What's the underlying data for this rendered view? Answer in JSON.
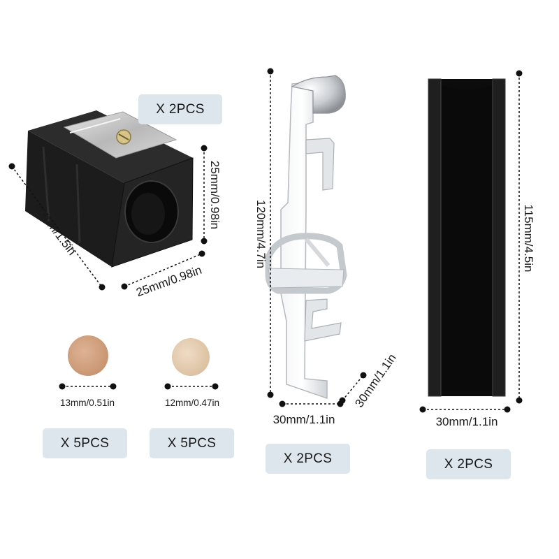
{
  "products": {
    "sharpener": {
      "quantity": "X 2PCS",
      "length": "40mm/1.5in",
      "width": "25mm/0.98in",
      "height": "25mm/0.98in"
    },
    "eraser_large": {
      "quantity": "X 5PCS",
      "diameter": "13mm/0.51in",
      "color": "#d3a484"
    },
    "eraser_small": {
      "quantity": "X 5PCS",
      "diameter": "12mm/0.47in",
      "color": "#e6cdb2"
    },
    "clip": {
      "quantity": "X 2PCS",
      "height": "120mm/4.7in",
      "width": "30mm/1.1in",
      "depth": "30mm/1.1in"
    },
    "holder": {
      "quantity": "X 2PCS",
      "height": "115mm/4.5in",
      "width": "30mm/1.1in"
    }
  },
  "colors": {
    "badge_bg": "#dde6ec",
    "sharpener_body": "#1c1c1c",
    "blade_metal": "#c8c8c8",
    "clip_metal": "#e4e6e8",
    "holder_body": "#111111",
    "dimension_line": "#111111"
  }
}
